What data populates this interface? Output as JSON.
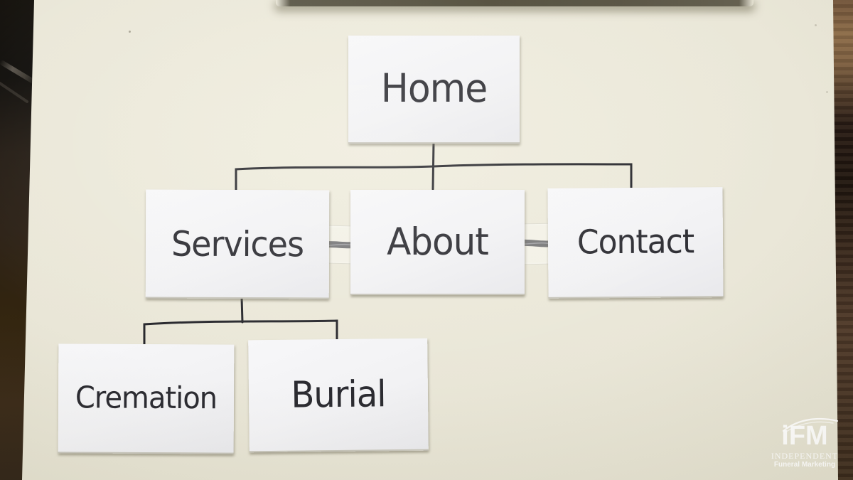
{
  "diagram": {
    "title_implicit": "Website sitemap sketched with index cards",
    "nodes": [
      {
        "id": "home",
        "label": "Home"
      },
      {
        "id": "services",
        "label": "Services"
      },
      {
        "id": "about",
        "label": "About"
      },
      {
        "id": "contact",
        "label": "Contact"
      },
      {
        "id": "cremation",
        "label": "Cremation"
      },
      {
        "id": "burial",
        "label": "Burial"
      }
    ],
    "edges": [
      {
        "from": "home",
        "to": "services",
        "style": "thin-line"
      },
      {
        "from": "home",
        "to": "about",
        "style": "thin-line"
      },
      {
        "from": "home",
        "to": "contact",
        "style": "thin-line"
      },
      {
        "from": "services",
        "to": "cremation",
        "style": "thin-line"
      },
      {
        "from": "services",
        "to": "burial",
        "style": "thin-line"
      },
      {
        "from": "services",
        "to": "about",
        "style": "thick-dash"
      },
      {
        "from": "about",
        "to": "contact",
        "style": "thick-dash"
      }
    ]
  },
  "watermark": {
    "abbr": "iFM",
    "line1": "INDEPENDENT",
    "line2": "Funeral Marketing"
  },
  "colors": {
    "board": "#e9e6d8",
    "card": "#f3f3f5",
    "ink": "#2b2b31",
    "line": "#26262b",
    "wood": "#33250f",
    "watermark": "#ffffff"
  }
}
